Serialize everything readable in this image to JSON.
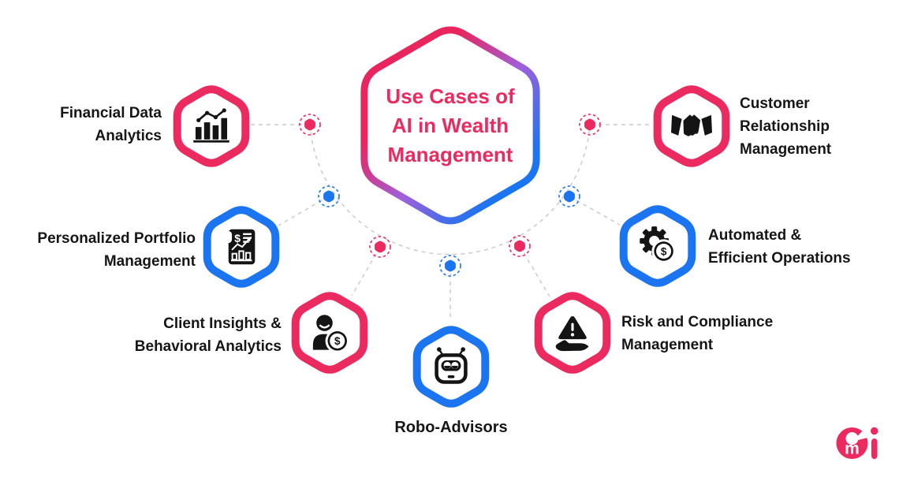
{
  "title": {
    "full": "Use Cases of AI in Wealth Management",
    "lines": [
      "Use Cases of",
      "AI in Wealth",
      "Management"
    ]
  },
  "colors": {
    "pink": "#EB2A5F",
    "blue": "#1B74F0",
    "icon_black": "#141414",
    "text": "#161616",
    "connector_gray": "#cccccc",
    "background": "#ffffff",
    "gradient_start": "#E8255C",
    "gradient_mid": "#A05FDB",
    "gradient_end": "#1B74F0"
  },
  "use_cases": [
    {
      "label": "Financial Data Analytics",
      "lines": [
        "Financial Data",
        "Analytics"
      ],
      "icon": "bar-chart-icon",
      "hex_color": "#EB2A5F"
    },
    {
      "label": "Customer Relationship Management",
      "lines": [
        "Customer",
        "Relationship",
        "Management"
      ],
      "icon": "handshake-icon",
      "hex_color": "#EB2A5F"
    },
    {
      "label": "Personalized Portfolio Management",
      "lines": [
        "Personalized Portfolio",
        "Management"
      ],
      "icon": "portfolio-document-icon",
      "hex_color": "#1B74F0"
    },
    {
      "label": "Automated & Efficient Operations",
      "lines": [
        "Automated &",
        "Efficient Operations"
      ],
      "icon": "gear-dollar-icon",
      "hex_color": "#1B74F0"
    },
    {
      "label": "Client Insights & Behavioral Analytics",
      "lines": [
        "Client Insights &",
        "Behavioral Analytics"
      ],
      "icon": "person-dollar-icon",
      "hex_color": "#EB2A5F"
    },
    {
      "label": "Risk and Compliance Management",
      "lines": [
        "Risk and Compliance",
        "Management"
      ],
      "icon": "warning-hand-icon",
      "hex_color": "#EB2A5F"
    },
    {
      "label": "Robo-Advisors",
      "lines": [
        "Robo-Advisors"
      ],
      "icon": "robot-icon",
      "hex_color": "#1B74F0"
    }
  ],
  "logo": {
    "name": "cmi-logo",
    "color": "#EB2A5F"
  }
}
